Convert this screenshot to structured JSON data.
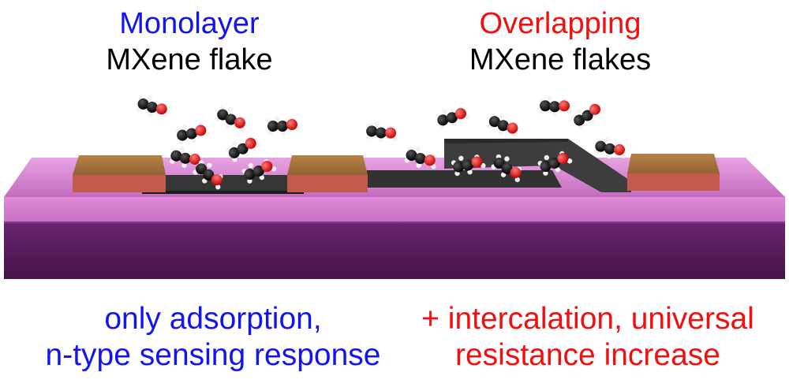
{
  "colors": {
    "blue": "#1414ee",
    "red": "#f01010",
    "substrate_top": "#d684cf",
    "substrate_side": "#5c1c5e",
    "electrode": "#a6703c",
    "mxene": "#353535"
  },
  "left": {
    "title_line1": "Monolayer",
    "title_line2": "MXene flake",
    "caption_line1": "only adsorption,",
    "caption_line2": "n-type sensing response"
  },
  "right": {
    "title_line1": "Overlapping",
    "title_line2": "MXene flakes",
    "caption_line1": "+ intercalation, universal",
    "caption_line2": "resistance increase"
  }
}
